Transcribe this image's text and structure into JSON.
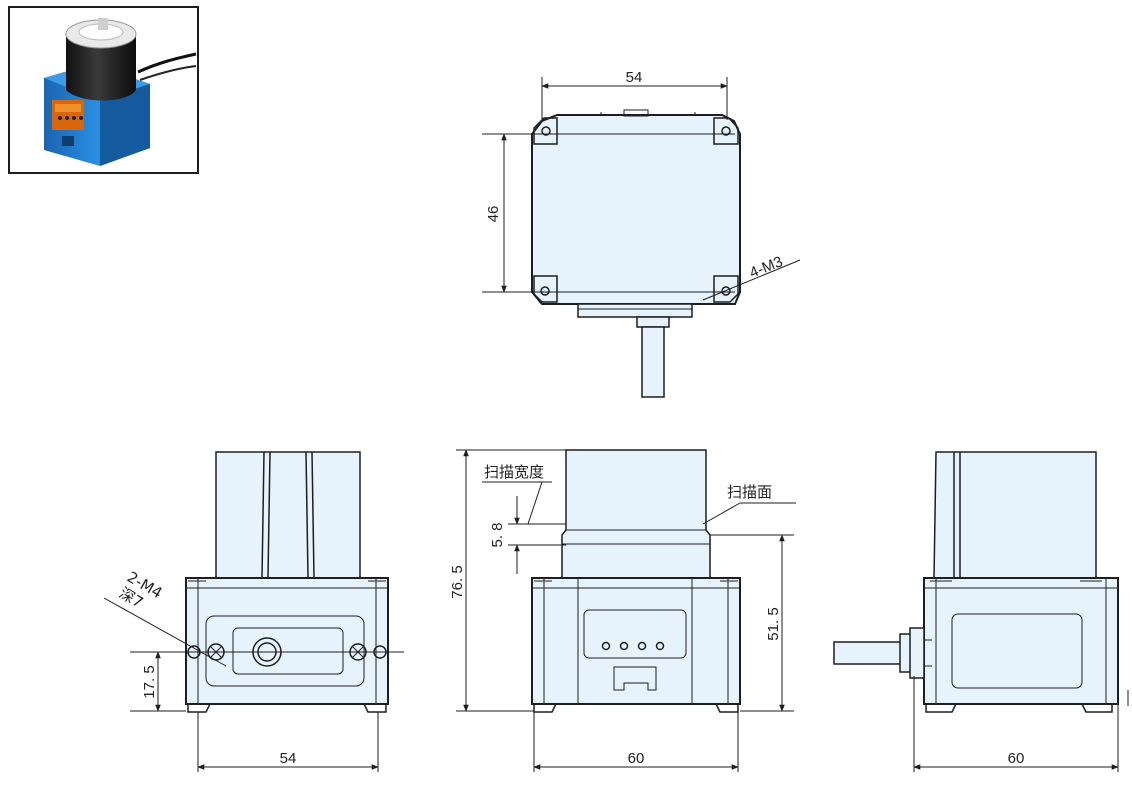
{
  "photo": {
    "icon": "laser-scanner-photo-icon"
  },
  "top_view": {
    "width_label": "54",
    "height_label": "46",
    "thread_label": "4-M3"
  },
  "left_view": {
    "thread_label": "2-M4",
    "depth_label": "深7",
    "height_label": "17. 5",
    "width_label": "54"
  },
  "front_view": {
    "scan_width_label": "扫描宽度",
    "scan_plane_label": "扫描面",
    "scan_offset_label": "5. 8",
    "total_height_label": "76. 5",
    "plane_height_label": "51. 5",
    "width_label": "60"
  },
  "right_view": {
    "width_label": "60"
  },
  "colors": {
    "fill": "#e6f2fc",
    "line": "#1e1e1e",
    "photo_blue": "#1f7fd0"
  }
}
